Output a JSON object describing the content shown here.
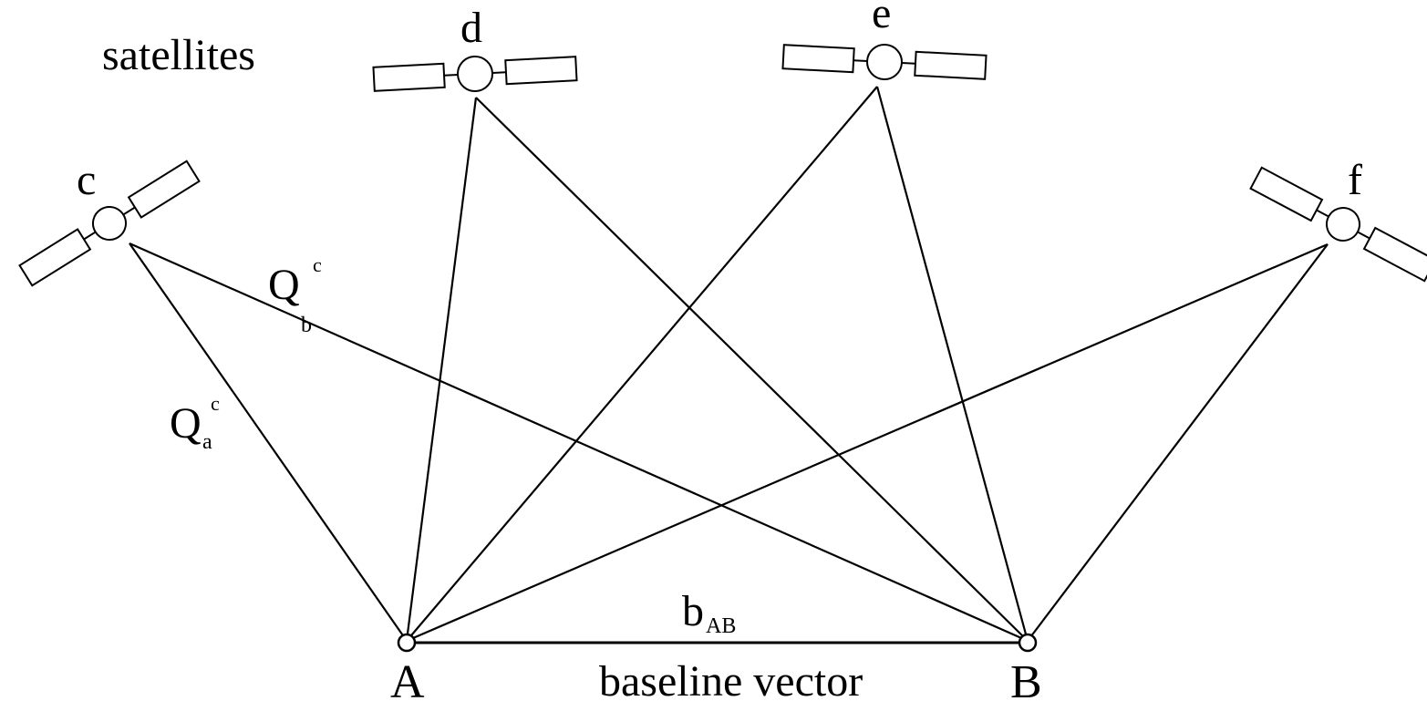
{
  "diagram": {
    "heading": "satellites",
    "satellites": [
      {
        "id": "c",
        "label": "c"
      },
      {
        "id": "d",
        "label": "d"
      },
      {
        "id": "e",
        "label": "e"
      },
      {
        "id": "f",
        "label": "f"
      }
    ],
    "stations": [
      {
        "id": "A",
        "label": "A"
      },
      {
        "id": "B",
        "label": "B"
      }
    ],
    "ranges": {
      "q_a_c": {
        "main": "Q",
        "sub": "a",
        "sup": "c"
      },
      "q_b_c": {
        "main": "Q",
        "sub": "b",
        "sup": "c"
      }
    },
    "baseline": {
      "symbol_main": "b",
      "symbol_sub": "AB",
      "caption": "baseline vector"
    }
  }
}
